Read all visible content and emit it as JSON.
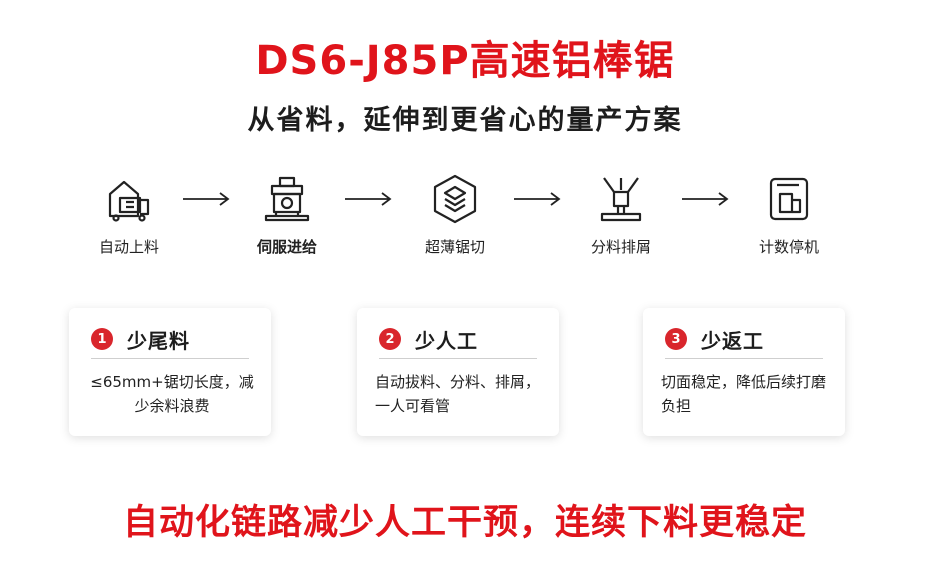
{
  "title": "DS6-J85P高速铝棒锯",
  "subtitle": "从省料，延伸到更省心的量产方案",
  "flow": {
    "steps": [
      {
        "label": "自动上料",
        "icon": "auto-feed-icon"
      },
      {
        "label": "伺服进给",
        "icon": "servo-feed-icon"
      },
      {
        "label": "超薄锯切",
        "icon": "thin-cut-icon"
      },
      {
        "label": "分料排屑",
        "icon": "sorting-chip-removal-icon"
      },
      {
        "label": "计数停机",
        "icon": "count-stop-icon"
      }
    ],
    "arrow": "→"
  },
  "cards": [
    {
      "number": "1",
      "title": "少尾料",
      "body": "≤65mm+锯切长度，减少余料浪费"
    },
    {
      "number": "2",
      "title": "少人工",
      "body": "自动拔料、分料、排屑，一人可看管"
    },
    {
      "number": "3",
      "title": "少返工",
      "body": "切面稳定，降低后续打磨负担"
    }
  ],
  "bottom_slogan": "自动化链路减少人工干预，连续下料更稳定",
  "colors": {
    "accent": "#e0141b",
    "badge": "#d9262c",
    "text": "#1d1d1d"
  }
}
